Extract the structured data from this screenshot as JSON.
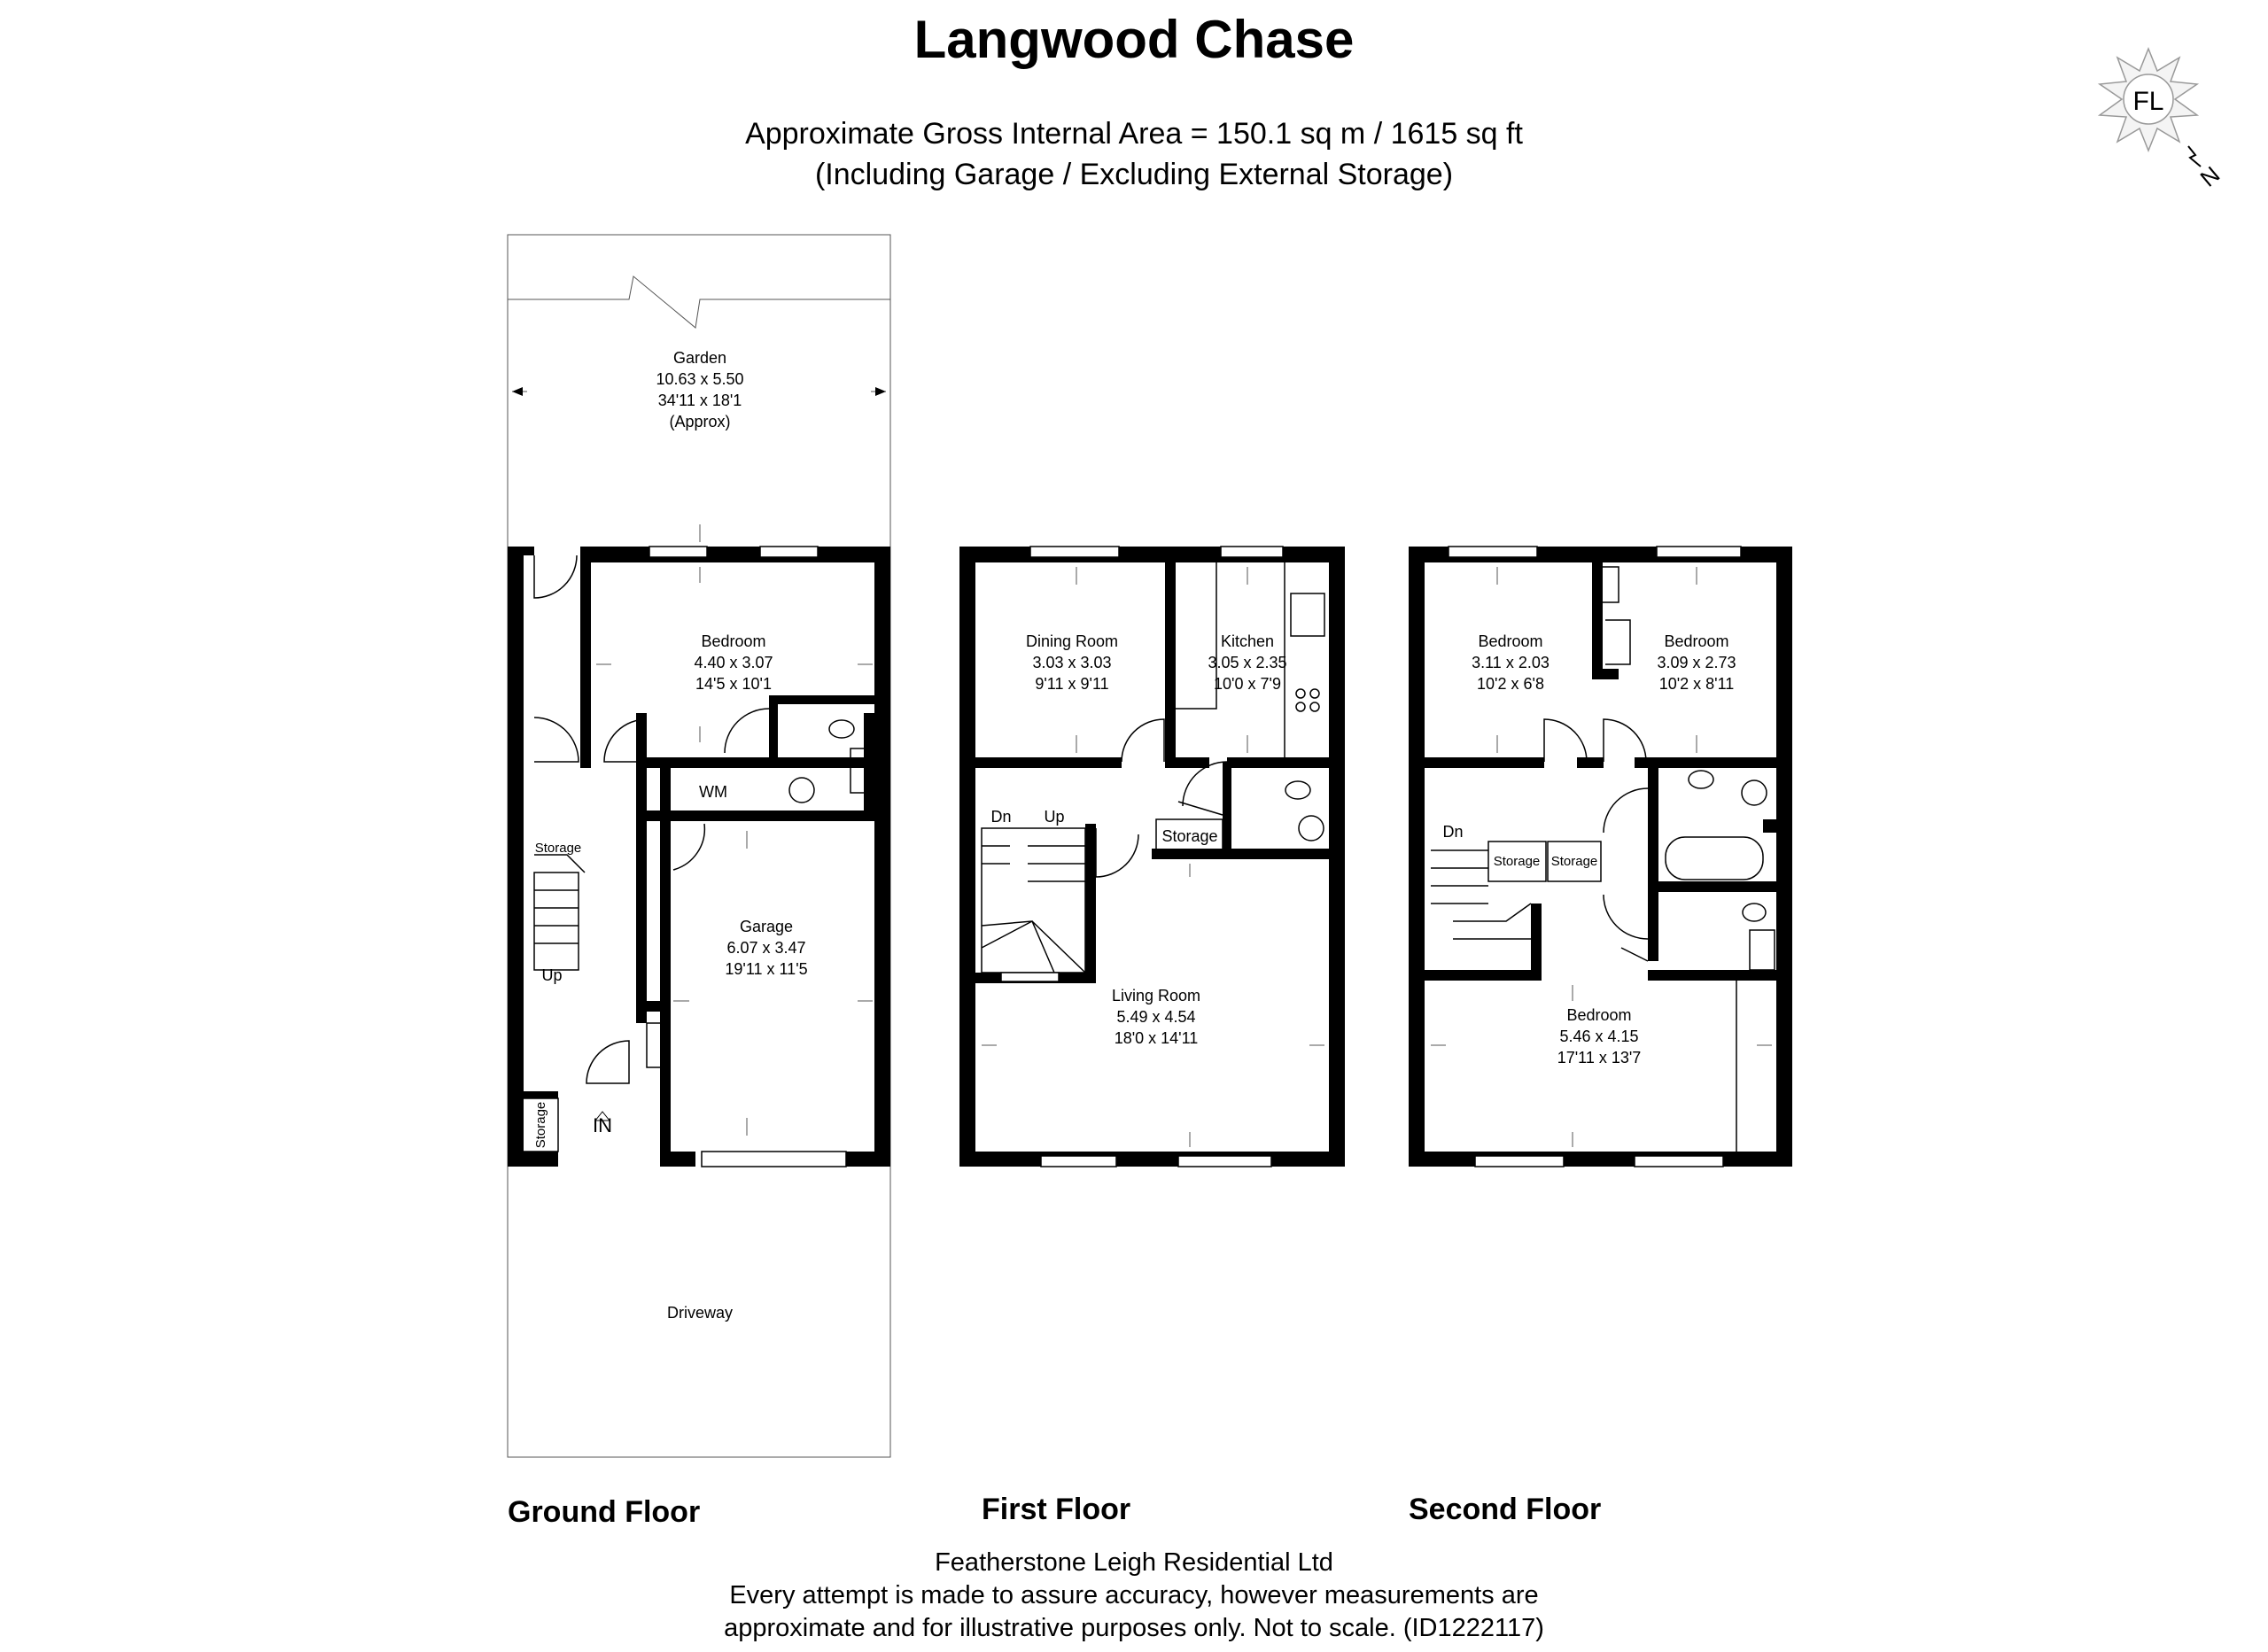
{
  "header": {
    "title": "Langwood Chase",
    "area_line": "Approximate Gross Internal Area = 150.1 sq m / 1615 sq ft",
    "area_note": "(Including Garage / Excluding External Storage)"
  },
  "compass": {
    "logo_text": "FL",
    "north_letter": "N"
  },
  "ground_floor": {
    "label": "Ground Floor",
    "garden": {
      "name": "Garden",
      "metric": "10.63 x 5.50",
      "imperial": "34'11 x 18'1",
      "note": "(Approx)"
    },
    "bedroom": {
      "name": "Bedroom",
      "metric": "4.40 x 3.07",
      "imperial": "14'5 x 10'1"
    },
    "wm": "WM",
    "storage_stairs": "Storage",
    "up": "Up",
    "garage": {
      "name": "Garage",
      "metric": "6.07 x 3.47",
      "imperial": "19'11 x 11'5"
    },
    "storage_external": "Storage",
    "entrance": "IN",
    "driveway": "Driveway"
  },
  "first_floor": {
    "label": "First Floor",
    "dining": {
      "name": "Dining Room",
      "metric": "3.03 x 3.03",
      "imperial": "9'11 x 9'11"
    },
    "kitchen": {
      "name": "Kitchen",
      "metric": "3.05 x 2.35",
      "imperial": "10'0 x 7'9"
    },
    "dn": "Dn",
    "up": "Up",
    "storage": "Storage",
    "living": {
      "name": "Living Room",
      "metric": "5.49 x 4.54",
      "imperial": "18'0 x 14'11"
    }
  },
  "second_floor": {
    "label": "Second Floor",
    "bedroom_left": {
      "name": "Bedroom",
      "metric": "3.11 x 2.03",
      "imperial": "10'2 x 6'8"
    },
    "bedroom_right": {
      "name": "Bedroom",
      "metric": "3.09 x 2.73",
      "imperial": "10'2 x 8'11"
    },
    "dn": "Dn",
    "storage_a": "Storage",
    "storage_b": "Storage",
    "bedroom_main": {
      "name": "Bedroom",
      "metric": "5.46 x 4.15",
      "imperial": "17'11 x 13'7"
    }
  },
  "footer": {
    "company": "Featherstone Leigh Residential Ltd",
    "disclaimer_1": "Every attempt is made to assure accuracy, however measurements are",
    "disclaimer_2": "approximate and for illustrative purposes only. Not to scale. (ID1222117)"
  }
}
